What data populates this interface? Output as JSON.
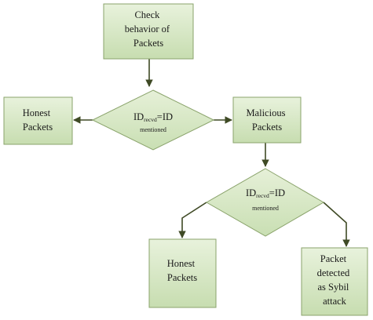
{
  "nodes": {
    "check_behavior": {
      "lines": [
        "Check",
        "behavior of",
        "Packets"
      ]
    },
    "decision_1": {
      "main": "ID",
      "subscript": "recvd",
      "rhs": "=ID",
      "caption": "mentioned"
    },
    "honest_1": {
      "lines": [
        "Honest",
        "Packets"
      ]
    },
    "malicious": {
      "lines": [
        "Malicious",
        "Packets"
      ]
    },
    "decision_2": {
      "main": "ID",
      "subscript": "recvd",
      "rhs": "=ID",
      "caption": "mentioned"
    },
    "honest_2": {
      "lines": [
        "Honest",
        "Packets"
      ]
    },
    "sybil": {
      "lines": [
        "Packet",
        "detected",
        "as Sybil",
        "attack"
      ]
    }
  },
  "colors": {
    "box_fill_top": "#e8f2dc",
    "box_fill_bottom": "#c7ddb0",
    "border": "#8aa36b",
    "arrow": "#3f4a25"
  }
}
